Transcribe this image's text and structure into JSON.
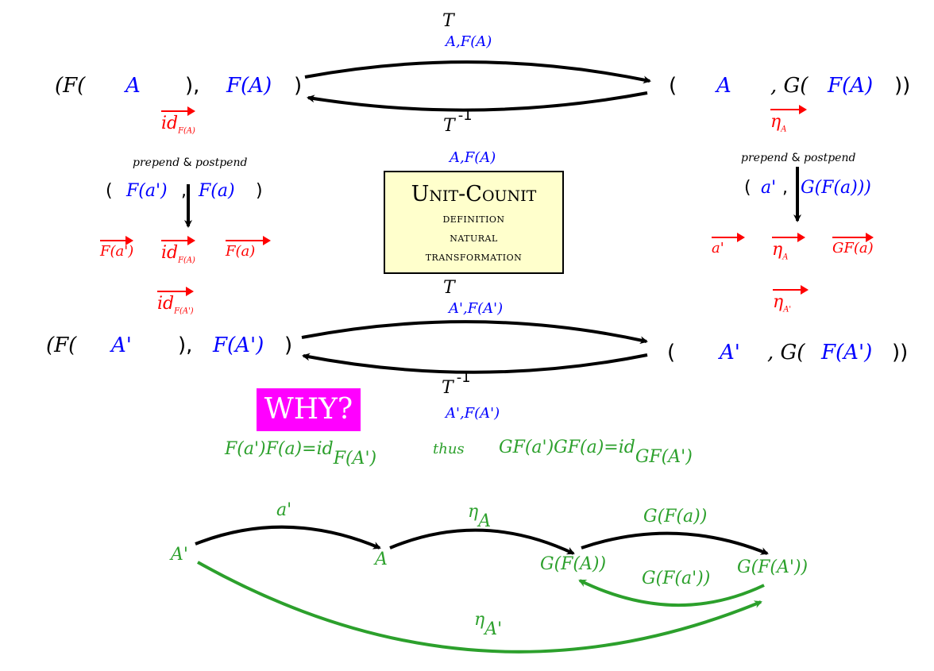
{
  "top_left": {
    "open": "(F(",
    "object": "A",
    "sep": "),",
    "fobj": "F(A)",
    "close": ")"
  },
  "top_right": {
    "open": "(",
    "object": "A",
    "sep": ", G(",
    "fobj": "F(A)",
    "close": "))"
  },
  "bottom_left": {
    "open": "(F(",
    "object": "A'",
    "sep": "),",
    "fobj": "F(A')",
    "close": ")"
  },
  "bottom_right": {
    "open": "(",
    "object": "A'",
    "sep": ", G(",
    "fobj": "F(A')",
    "close": "))"
  },
  "top_map": {
    "name": "T",
    "sub": "A,F(A)"
  },
  "top_inverse": {
    "name": "T",
    "sup": "-1",
    "sub": "A,F(A)"
  },
  "bottom_map": {
    "name": "T",
    "sub": "A',F(A')"
  },
  "bottom_inverse": {
    "name": "T",
    "sup": "-1",
    "sub": "A',F(A')"
  },
  "left_side": {
    "id_top": {
      "base": "id",
      "sub": "F(A)"
    },
    "note_prepend": "prepend",
    "note_amp": "&",
    "note_postpend": "postpend",
    "pair_open": "(",
    "pair_first": "F(a')",
    "pair_sep": ",",
    "pair_second": "F(a)",
    "pair_close": ")",
    "chain_first": "F(a')",
    "chain_mid": {
      "base": "id",
      "sub": "F(A)"
    },
    "chain_last": "F(a)",
    "id_bottom": {
      "base": "id",
      "sub": "F(A')"
    }
  },
  "right_side": {
    "eta_top": {
      "base": "η",
      "sub": "A"
    },
    "note_prepend": "prepend",
    "note_amp": "&",
    "note_postpend": "postpend",
    "pair_open": "(",
    "pair_first": "a'",
    "pair_sep": ",",
    "pair_second": "G(F(a)))",
    "chain_first": "a'",
    "chain_mid": {
      "base": "η",
      "sub": "A"
    },
    "chain_last": "GF(a)",
    "eta_bottom": {
      "base": "η",
      "sub": "A'"
    }
  },
  "definition_box": {
    "title": "Unit-Counit",
    "line1": "definition",
    "line2": "natural",
    "line3": "transformation",
    "background": "#ffffcc"
  },
  "why_box": {
    "label": "WHY?",
    "background": "#ff00ff"
  },
  "equation": {
    "left_main": "F(a')F(a)=id",
    "left_sub": "F(A')",
    "connector": "thus",
    "right_main": "GF(a')GF(a)=id",
    "right_sub": "GF(A')"
  },
  "commutative_diagram": {
    "nodes": {
      "a_prime": "A'",
      "a": "A",
      "gfa": "G(F(A))",
      "gfa_prime": "G(F(A'))"
    },
    "labels": {
      "a_prime_to_a": "a'",
      "eta_a": {
        "base": "η",
        "sub": "A"
      },
      "g_f_a": "G(F(a))",
      "g_f_a_prime": "G(F(a'))",
      "eta_a_prime": {
        "base": "η",
        "sub": "A'"
      }
    }
  },
  "colors": {
    "text": "#000000",
    "object": "#0000ff",
    "morphism": "#ff0000",
    "highlight": "#2ca02c"
  }
}
